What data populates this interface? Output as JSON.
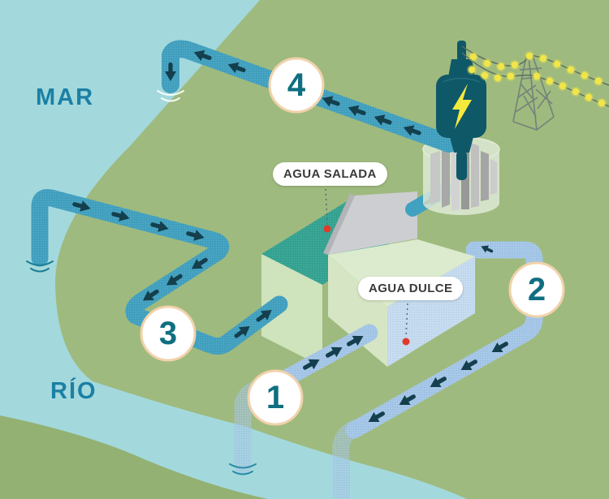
{
  "diagram": {
    "sea_label": "MAR",
    "river_label": "RÍO",
    "salt_water_label": "AGUA SALADA",
    "fresh_water_label": "AGUA DULCE",
    "steps": [
      {
        "number": "1"
      },
      {
        "number": "2"
      },
      {
        "number": "3"
      },
      {
        "number": "4"
      }
    ]
  },
  "colors": {
    "sea": "#a3d9dd",
    "land": "#9fba7e",
    "land-shade": "#93b173",
    "salt-pipe": "#41a1c0",
    "fresh-pipe": "#a5c7e8",
    "arrow": "#143f4d",
    "salt-water-top": "#34a392",
    "tank-side": "#cfe3bd",
    "fresh-tank-top": "#dcebcd",
    "fresh-tank-front": "#d6e6c4",
    "fresh-tank-side": "#c6dcf0",
    "membrane": "#cdced2",
    "membrane-edge": "#b4b4b8",
    "turbine-housing": "#e0ecd9",
    "generator": "#0e5868",
    "lightning": "#f6e93d",
    "wire": "#5a6e62",
    "wire-dot": "#f0e64a",
    "tower": "#75847c",
    "circle-border": "#f1d2ab",
    "step-number": "#0f6f80",
    "water-label": "#1b80a4",
    "pill-text": "#3a3a3a",
    "pill-bg": "#ffffff",
    "marker-dot": "#e03a2a",
    "dash-line": "#4c6c80"
  }
}
